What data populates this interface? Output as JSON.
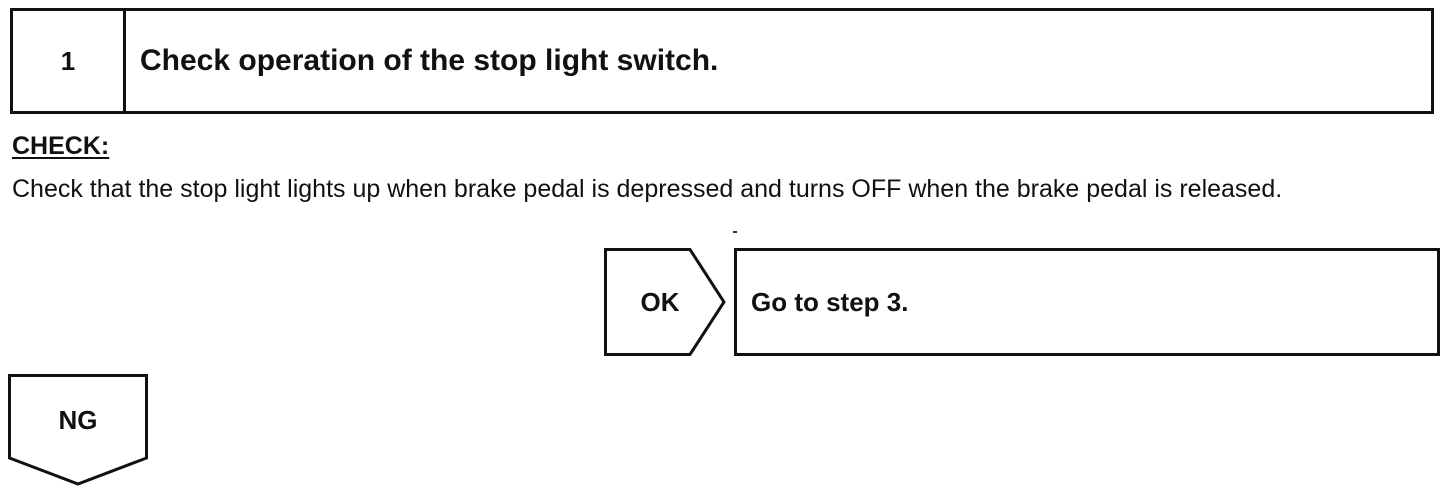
{
  "step": {
    "number": "1",
    "title": "Check operation of the stop light switch."
  },
  "check": {
    "heading": "CHECK:",
    "text": "Check that the stop light lights up when brake pedal is depressed and turns OFF when the brake pedal is released."
  },
  "ok_branch": {
    "label": "OK",
    "result": "Go to step 3."
  },
  "ng_branch": {
    "label": "NG"
  }
}
